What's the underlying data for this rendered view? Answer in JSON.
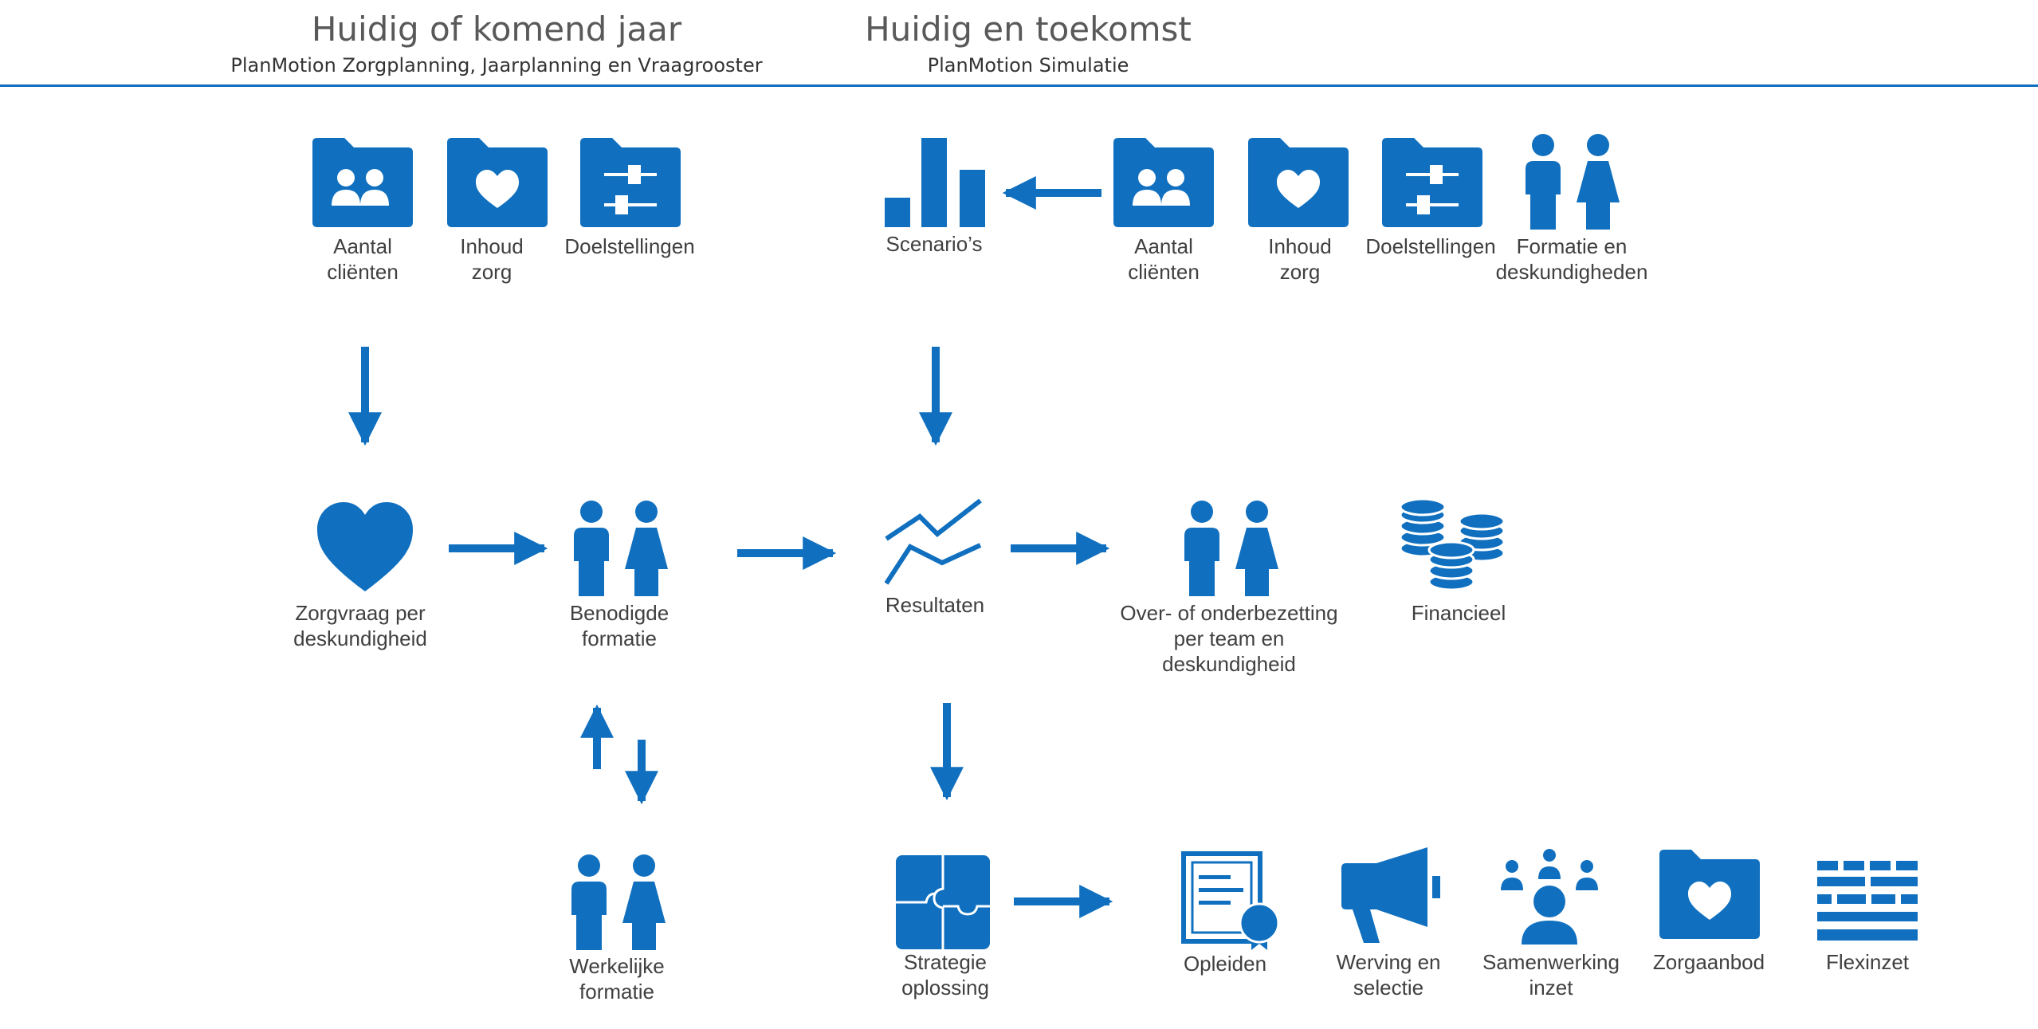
{
  "header": {
    "left_title": "Huidig of komend jaar",
    "left_subtitle": "PlanMotion Zorgplanning, Jaarplanning en Vraagrooster",
    "right_title": "Huidig en toekomst",
    "right_subtitle": "PlanMotion Simulatie"
  },
  "colors": {
    "accent": "#1070BF",
    "text": "#404040",
    "header": "#595959"
  },
  "nodes": {
    "aantal_left": "Aantal\ncliënten",
    "inhoud_left": "Inhoud\nzorg",
    "doel_left": "Doelstellingen",
    "scenarios": "Scenario’s",
    "aantal_right": "Aantal\ncliënten",
    "inhoud_right": "Inhoud\nzorg",
    "doel_right": "Doelstellingen",
    "formatie_desk": "Formatie en\ndeskundigheden",
    "zorgvraag": "Zorgvraag per\ndeskundigheid",
    "benodigde": "Benodigde\nformatie",
    "resultaten": "Resultaten",
    "overonder": "Over- of onderbezetting\nper team en\ndeskundigheid",
    "financieel": "Financieel",
    "werkelijke": "Werkelijke\nformatie",
    "strategie": "Strategie\noplossing",
    "opleiden": "Opleiden",
    "werving": "Werving en\nselectie",
    "samenwerking": "Samenwerking\ninzet",
    "zorgaanbod": "Zorgaanbod",
    "flexinzet": "Flexinzet"
  }
}
